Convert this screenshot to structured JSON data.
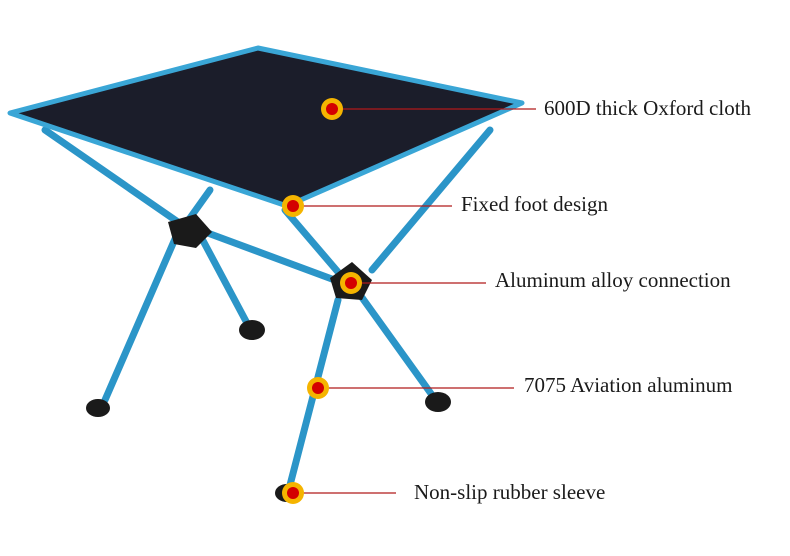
{
  "product": "folding camping table",
  "colors": {
    "tabletop": "#1b1d2a",
    "frame": "#3aa6d6",
    "frame_dark": "#1f7fb0",
    "joint": "#1a1a1a",
    "marker_outer": "#f5b400",
    "marker_inner": "#d40000",
    "leader_line": "#b01a1a"
  },
  "callouts": [
    {
      "text": "600D thick Oxford cloth",
      "icon": "marker-dot-icon"
    },
    {
      "text": "Fixed foot design",
      "icon": "marker-dot-icon"
    },
    {
      "text": "Aluminum alloy connection",
      "icon": "marker-dot-icon"
    },
    {
      "text": "7075 Aviation aluminum",
      "icon": "marker-dot-icon"
    },
    {
      "text": "Non-slip rubber sleeve",
      "icon": "marker-dot-icon"
    }
  ]
}
